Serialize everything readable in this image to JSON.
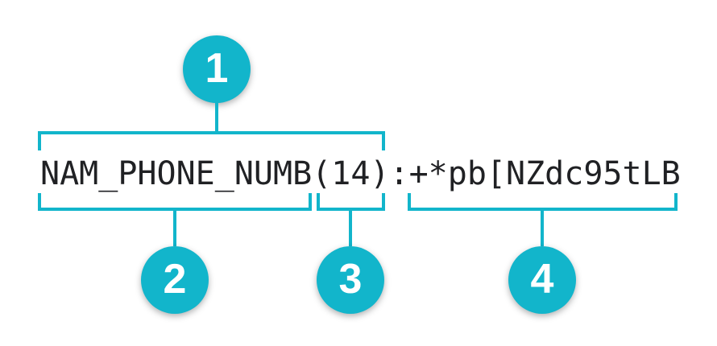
{
  "diagram": {
    "token_string": {
      "full": "NAM_PHONE_NUMB(14):+*pb[NZdc95tLB",
      "infotype_name": "NAM_PHONE_NUMB",
      "length": "(14)",
      "separator": ":",
      "token_value": "+*pb[NZdc95tLB"
    },
    "callouts": [
      {
        "number": "1"
      },
      {
        "number": "2"
      },
      {
        "number": "3"
      },
      {
        "number": "4"
      }
    ],
    "colors": {
      "accent": "#12b5cb",
      "text": "#202124",
      "background": "#ffffff",
      "callout_number": "#ffffff"
    }
  }
}
